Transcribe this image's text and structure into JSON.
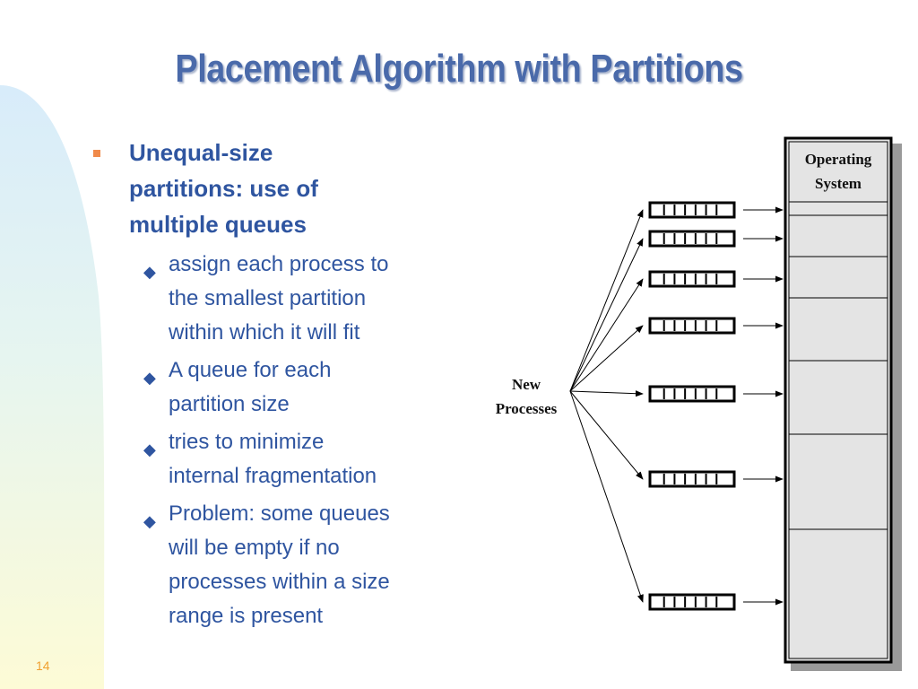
{
  "slide": {
    "title": "Placement Algorithm with Partitions",
    "page_number": "14"
  },
  "bullets": {
    "main": "Unequal-size partitions: use of multiple queues",
    "main_lines": [
      "Unequal-size",
      "partitions: use of",
      "multiple queues"
    ],
    "sub": [
      {
        "lines": [
          "assign each process to",
          "the smallest partition",
          "within which it will fit"
        ]
      },
      {
        "lines": [
          "A queue for each",
          "partition size"
        ]
      },
      {
        "lines": [
          "tries to minimize",
          "internal fragmentation"
        ]
      },
      {
        "lines": [
          "Problem: some queues",
          "will be empty if no",
          "processes within a size",
          "range is present"
        ]
      }
    ]
  },
  "diagram": {
    "os_label_line1": "Operating",
    "os_label_line2": "System",
    "new_processes_line1": "New",
    "new_processes_line2": "Processes",
    "queue_count": 7,
    "partition_count": 7
  },
  "colors": {
    "title": "#4a6aaa",
    "text": "#2f55a0",
    "bullet_square": "#f08a4b",
    "page_number": "#f0a030",
    "memory_fill": "#e4e4e4",
    "wave": "#cfe8f8"
  }
}
